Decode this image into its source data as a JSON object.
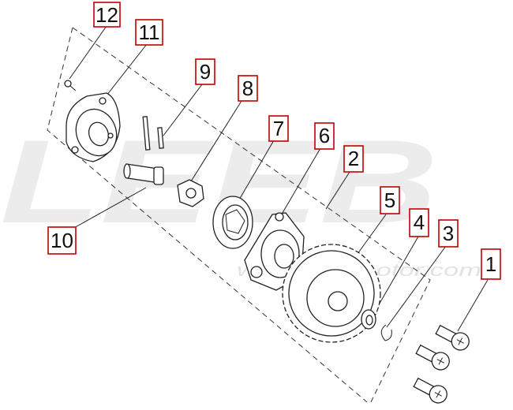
{
  "watermark": {
    "brand": "LEEB",
    "site": "www.leebmotor.com"
  },
  "callouts": [
    {
      "label": "12",
      "part": "screw"
    },
    {
      "label": "11",
      "part": "pump-cover"
    },
    {
      "label": "9",
      "part": "dowel-pins"
    },
    {
      "label": "8",
      "part": "inner-rotor"
    },
    {
      "label": "10",
      "part": "pump-shaft"
    },
    {
      "label": "7",
      "part": "outer-rotor"
    },
    {
      "label": "6",
      "part": "pump-body"
    },
    {
      "label": "2",
      "part": "dashed-boundary"
    },
    {
      "label": "5",
      "part": "driven-gear"
    },
    {
      "label": "4",
      "part": "washer"
    },
    {
      "label": "3",
      "part": "circlip"
    },
    {
      "label": "1",
      "part": "mounting-bolts"
    }
  ]
}
